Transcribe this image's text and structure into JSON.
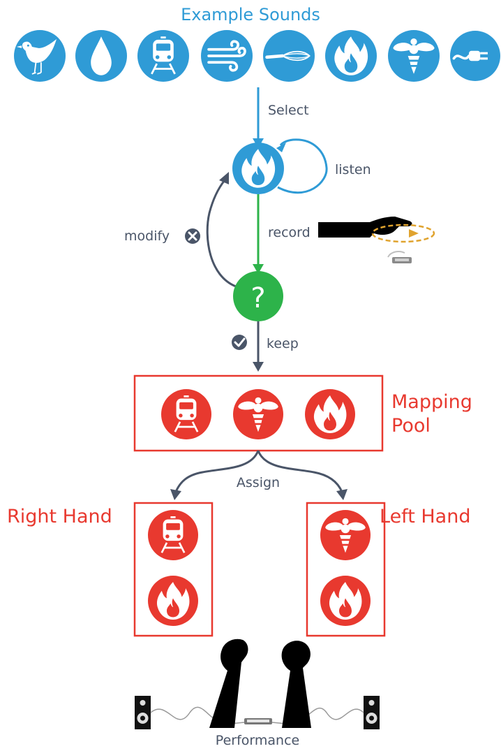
{
  "title": "Example Sounds",
  "example_sounds": [
    {
      "icon": "bird-icon"
    },
    {
      "icon": "water-drop-icon"
    },
    {
      "icon": "train-icon"
    },
    {
      "icon": "wind-icon"
    },
    {
      "icon": "whisk-icon"
    },
    {
      "icon": "fire-icon"
    },
    {
      "icon": "bee-icon"
    },
    {
      "icon": "plug-icon"
    }
  ],
  "flow": {
    "select_label": "Select",
    "listen_label": "listen",
    "record_label": "record",
    "modify_label": "modify",
    "keep_label": "keep",
    "question_mark": "?",
    "assign_label": "Assign"
  },
  "mapping_pool": {
    "label_line1": "Mapping",
    "label_line2": "Pool",
    "items": [
      "train-icon",
      "bee-icon",
      "fire-icon"
    ]
  },
  "right_hand": {
    "label": "Right Hand",
    "items": [
      "train-icon",
      "fire-icon"
    ]
  },
  "left_hand": {
    "label": "Left Hand",
    "items": [
      "bee-icon",
      "fire-icon"
    ]
  },
  "performance_label": "Performance",
  "colors": {
    "blue": "#2f9bd6",
    "green": "#2db34a",
    "red": "#e8392f",
    "gray": "#4a5568",
    "orange": "#e0a32e"
  }
}
